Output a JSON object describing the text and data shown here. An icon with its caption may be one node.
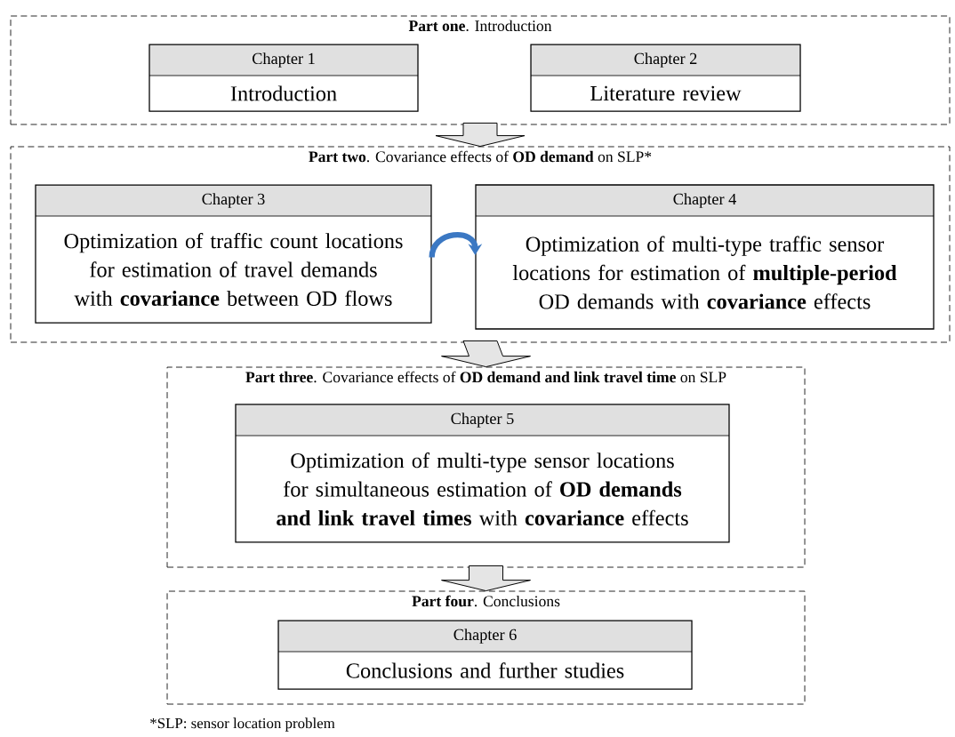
{
  "diagram": {
    "nodes": [
      {
        "text": [
          "**Part one**. Introduction"
        ]
      },
      {
        "text": [
          "Chapter 1",
          "Introduction"
        ],
        "in": 0
      },
      {
        "text": [
          "Chapter 2",
          "Literature review"
        ],
        "in": 0
      },
      {
        "text": [
          "**Part two**. Covariance effects of **OD demand** on SLP*"
        ]
      },
      {
        "text": [
          "Chapter 3",
          "Optimization of traffic count locations for estimation of travel demands with **covariance** between OD flows"
        ],
        "in": 3
      },
      {
        "text": [
          "Chapter 4",
          "Optimization of multi-type traffic sensor locations for estimation of **multiple-period** OD demands with **covariance** effects"
        ],
        "in": 3
      },
      {
        "text": [
          "**Part three**. Covariance effects of **OD demand and link travel time** on SLP"
        ]
      },
      {
        "text": [
          "Chapter 5",
          "Optimization of multi-type sensor locations for simultaneous estimation of **OD demands and link travel times** with **covariance** effects"
        ],
        "in": 6
      },
      {
        "text": [
          "**Part four**. Conclusions"
        ]
      },
      {
        "text": [
          "Chapter 6",
          "Conclusions and further studies"
        ],
        "in": 8
      }
    ],
    "edges": [
      {
        "from": 0,
        "to": 3,
        "arrow": "to"
      },
      {
        "from": 4,
        "to": 5,
        "arrow": "to",
        "color": "#3b78c3"
      },
      {
        "from": 3,
        "to": 6,
        "arrow": "to"
      },
      {
        "from": 6,
        "to": 8,
        "arrow": "to"
      }
    ],
    "labels": [
      "*SLP: sensor location problem"
    ]
  }
}
